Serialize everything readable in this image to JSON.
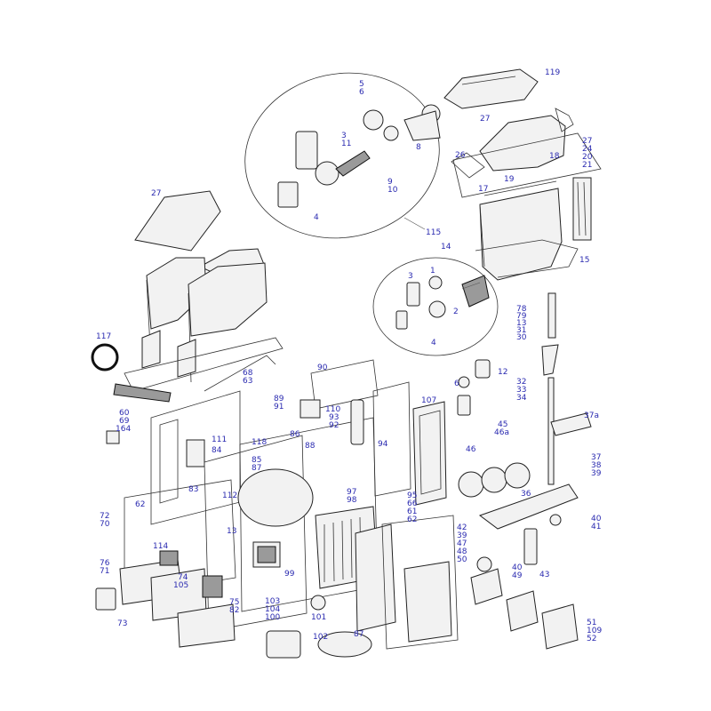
{
  "diagram": {
    "labels": [
      "119",
      "27",
      "5",
      "6",
      "3",
      "11",
      "8",
      "9",
      "10",
      "4",
      "27",
      "24",
      "20",
      "21",
      "26",
      "18",
      "19",
      "17",
      "27",
      "115",
      "14",
      "15",
      "1",
      "2",
      "3",
      "4",
      "78",
      "79",
      "13",
      "31",
      "30",
      "12",
      "6",
      "32",
      "33",
      "34",
      "117",
      "90",
      "68",
      "63",
      "89",
      "91",
      "110",
      "93",
      "92",
      "94",
      "107",
      "60",
      "69",
      "164",
      "86",
      "88",
      "111",
      "84",
      "118",
      "85",
      "87",
      "45",
      "46a",
      "37a",
      "46",
      "37",
      "38",
      "39",
      "83",
      "97",
      "98",
      "99",
      "95",
      "66",
      "61",
      "62",
      "62",
      "36",
      "40",
      "41",
      "72",
      "70",
      "112",
      "42",
      "39",
      "47",
      "48",
      "50",
      "40",
      "49",
      "43",
      "114",
      "76",
      "71",
      "74",
      "105",
      "75",
      "82",
      "103",
      "104",
      "100",
      "73",
      "101",
      "102",
      "87",
      "51",
      "109",
      "52",
      "13"
    ]
  }
}
